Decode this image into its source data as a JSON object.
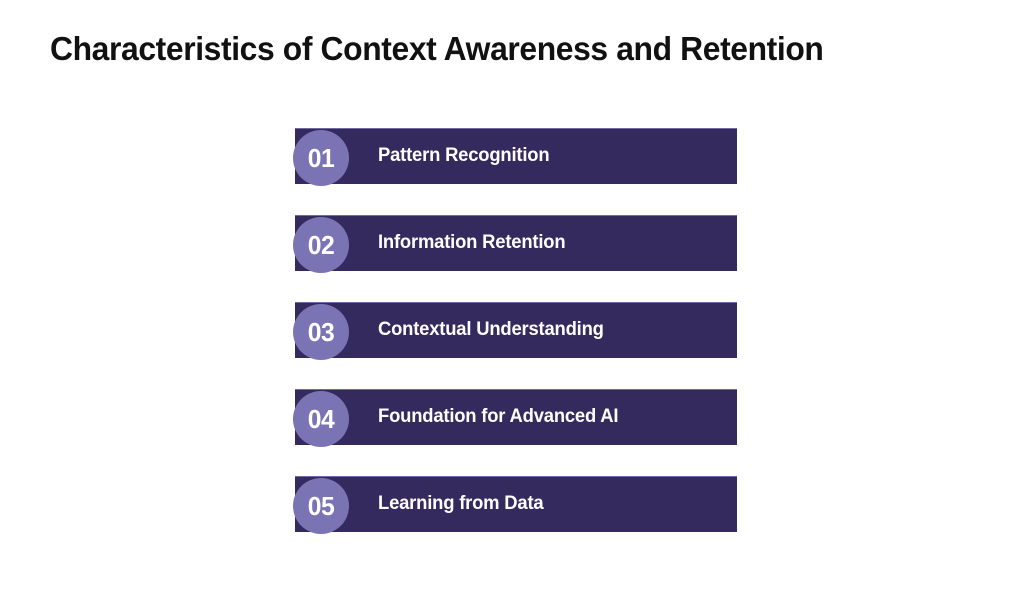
{
  "title": "Characteristics of Context Awareness and Retention",
  "colors": {
    "background": "#ffffff",
    "title_text": "#111111",
    "bar_fill": "#342a5e",
    "bar_top_border": "#6f69a8",
    "badge_fill": "#7a74b5",
    "badge_text": "#ffffff",
    "label_text": "#ffffff"
  },
  "steps": [
    {
      "number": "01",
      "label": "Pattern Recognition"
    },
    {
      "number": "02",
      "label": "Information Retention"
    },
    {
      "number": "03",
      "label": "Contextual Understanding"
    },
    {
      "number": "04",
      "label": "Foundation for Advanced AI"
    },
    {
      "number": "05",
      "label": "Learning from Data"
    }
  ]
}
